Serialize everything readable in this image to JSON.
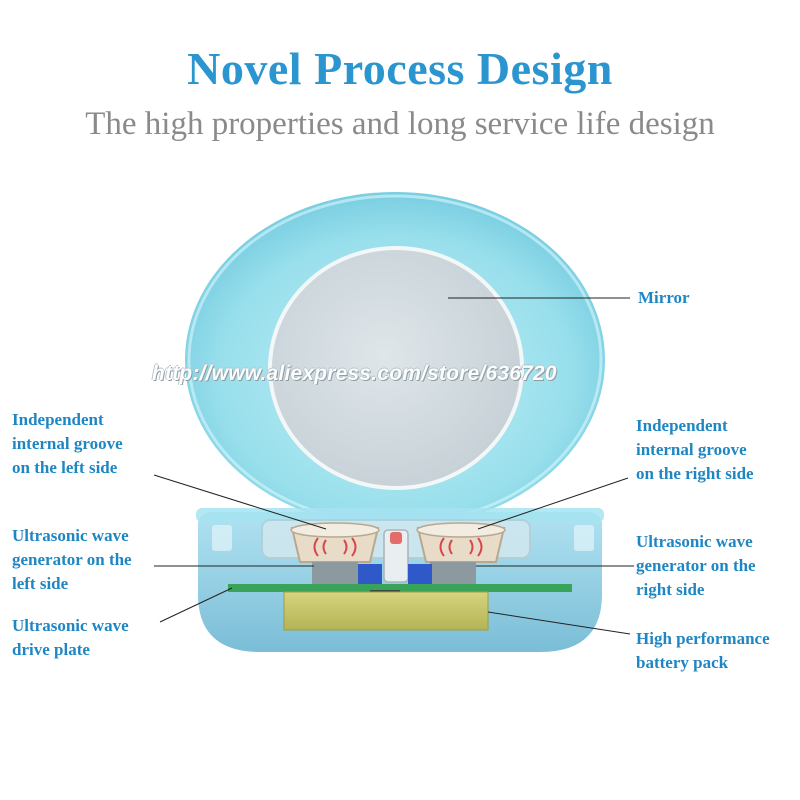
{
  "header": {
    "title": "Novel Process Design",
    "subtitle": "The high properties and long service life design"
  },
  "watermark": "http://www.aliexpress.com/store/636720",
  "labels": {
    "mirror": "Mirror",
    "groove_left": [
      "Independent",
      "internal groove",
      "on the left side"
    ],
    "groove_right": [
      "Independent",
      "internal groove",
      "on the right side"
    ],
    "generator_left": [
      "Ultrasonic wave",
      "generator on the",
      "left side"
    ],
    "generator_right": [
      "Ultrasonic wave",
      "generator on the",
      "right side"
    ],
    "drive_plate": [
      "Ultrasonic wave",
      "drive plate"
    ],
    "battery": [
      "High performance",
      "battery pack"
    ]
  },
  "colors": {
    "title": "#2b95cf",
    "subtitle": "#8a8a8a",
    "label": "#1f86c4",
    "lid": "#8fdcea",
    "mirror": "#d2dbe0",
    "base": "#7fc7de",
    "pcb": "#3aa35a",
    "battery": "#c8c86a"
  }
}
